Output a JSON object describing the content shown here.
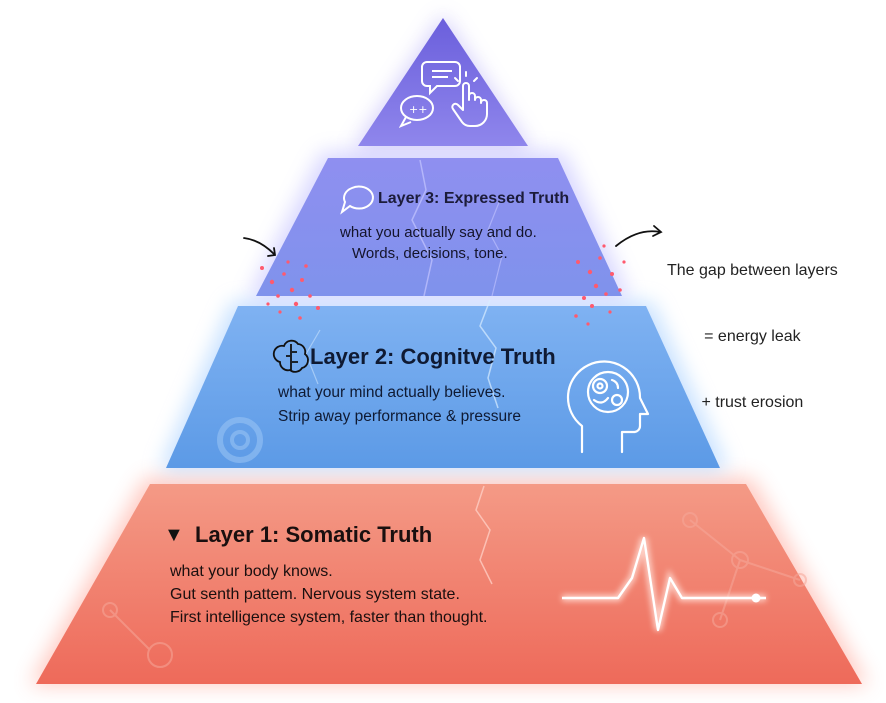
{
  "layers": {
    "top": {
      "icons": [
        "chat-bubble-icon",
        "chat-bubble-icon",
        "hand-pointer-icon"
      ],
      "color": "#7a6ee0"
    },
    "layer3": {
      "title": "Layer 3: Expressed Truth",
      "desc_line1": "what you actually say and do.",
      "desc_line2": "Words, decisions, tone.",
      "icon": "speech-bubble-icon",
      "color": "#7f88ea"
    },
    "layer2": {
      "title": "Layer 2: Cognitve Truth",
      "desc_line1": "what your mind actually believes.",
      "desc_line2": "Strip away performance & pressure",
      "icon": "brain-icon",
      "illustration": "head-with-brain-gears-icon",
      "color": "#6fa8ee"
    },
    "layer1": {
      "marker": "▼",
      "title": "Layer 1: Somatic Truth",
      "desc_line1": "what your body knows.",
      "desc_line2": "Gut senth pattem. Nervous system state.",
      "desc_line3": "First intelligence system, faster than thought.",
      "illustration": "heartbeat-pulse-icon",
      "color": "#f07d6a"
    }
  },
  "annotation": {
    "line1": "The gap between layers",
    "line2": "= energy leak",
    "line3": "+ trust erosion"
  }
}
